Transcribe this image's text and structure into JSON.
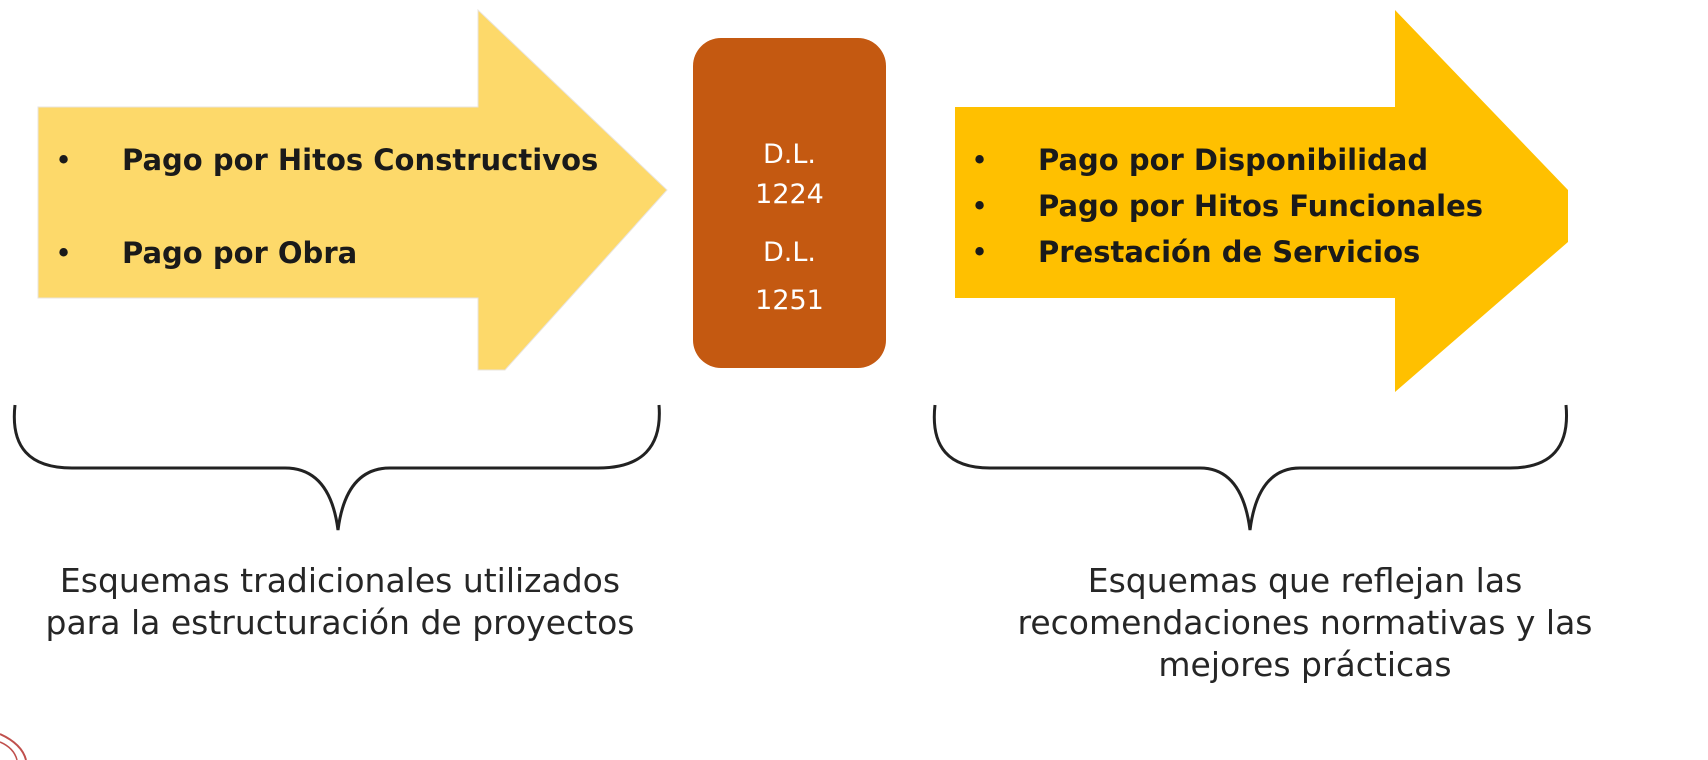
{
  "left_arrow": {
    "color": "#fdd96a",
    "items": [
      "Pago por Hitos Constructivos",
      "Pago por Obra"
    ]
  },
  "center_box": {
    "color": "#c45911",
    "labels": [
      {
        "line1": "D.L.",
        "line2": "1224"
      },
      {
        "line1": "D.L.",
        "line2": "1251"
      }
    ]
  },
  "right_arrow": {
    "color": "#ffc000",
    "items": [
      "Pago por Disponibilidad",
      "Pago por Hitos Funcionales",
      "Prestación de Servicios"
    ]
  },
  "captions": {
    "left": [
      "Esquemas tradicionales utilizados",
      "para la estructuración de proyectos"
    ],
    "right": [
      "Esquemas que reflejan las",
      "recomendaciones normativas y las",
      "mejores prácticas"
    ]
  },
  "bullet_glyph": "•"
}
